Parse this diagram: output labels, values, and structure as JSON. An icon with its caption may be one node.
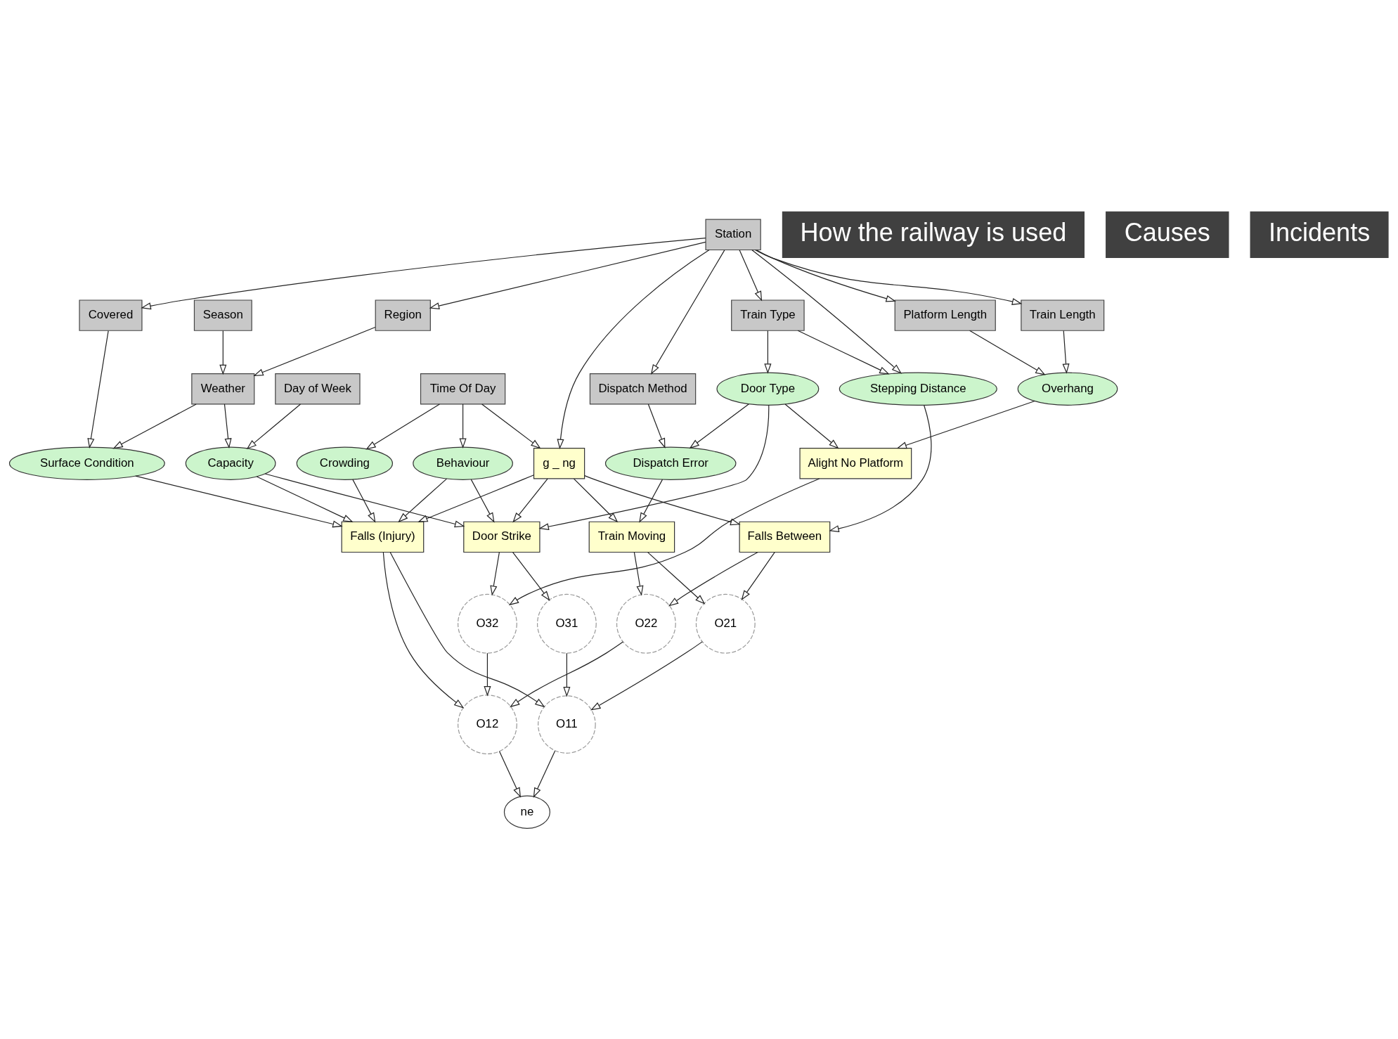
{
  "diagram": {
    "nodes": [
      {
        "text": [
          "Time Of Day"
        ]
      },
      {
        "text": [
          "Season"
        ]
      },
      {
        "text": [
          "Station"
        ]
      },
      {
        "text": [
          "Day of Week"
        ]
      },
      {
        "text": [
          "Region"
        ]
      },
      {
        "text": [
          "Covered"
        ]
      },
      {
        "text": [
          "Weather"
        ]
      },
      {
        "text": [
          "Train Type"
        ]
      },
      {
        "text": [
          "Dispatch Method"
        ]
      },
      {
        "text": [
          "Train Length"
        ]
      },
      {
        "text": [
          "Platform Length"
        ]
      },
      {
        "text": [
          "Behaviour"
        ]
      },
      {
        "text": [
          "Capacity"
        ]
      },
      {
        "text": [
          "Dispatch Error"
        ]
      },
      {
        "text": [
          "Door Type"
        ]
      },
      {
        "text": [
          "g _ ng"
        ]
      },
      {
        "text": [
          "Crowding"
        ]
      },
      {
        "text": [
          "Surface Condition"
        ]
      },
      {
        "text": [
          "Stepping Distance"
        ]
      },
      {
        "text": [
          "Overhang"
        ]
      },
      {
        "text": [
          "Falls (Injury)"
        ]
      },
      {
        "text": [
          "Falls Between"
        ]
      },
      {
        "text": [
          "Train Moving"
        ]
      },
      {
        "text": [
          "Door Strike"
        ]
      },
      {
        "text": [
          "Alight No Platform"
        ]
      },
      {
        "text": [
          "O11"
        ]
      },
      {
        "text": [
          "O21"
        ]
      },
      {
        "text": [
          "ne"
        ]
      },
      {
        "text": [
          "O31"
        ]
      },
      {
        "text": [
          "O22"
        ]
      },
      {
        "text": [
          "O12"
        ]
      },
      {
        "text": [
          "O32"
        ]
      }
    ],
    "edges": [
      {
        "from": 0,
        "to": 15,
        "arrow": "to"
      },
      {
        "from": 0,
        "to": 16,
        "arrow": "to"
      },
      {
        "from": 0,
        "to": 11,
        "arrow": "to"
      },
      {
        "from": 1,
        "to": 6,
        "arrow": "to"
      },
      {
        "from": 2,
        "to": 4,
        "arrow": "to"
      },
      {
        "from": 2,
        "to": 15,
        "arrow": "to"
      },
      {
        "from": 2,
        "to": 5,
        "arrow": "to"
      },
      {
        "from": 2,
        "to": 18,
        "arrow": "to"
      },
      {
        "from": 2,
        "to": 7,
        "arrow": "to"
      },
      {
        "from": 2,
        "to": 8,
        "arrow": "to"
      },
      {
        "from": 2,
        "to": 9,
        "arrow": "to"
      },
      {
        "from": 2,
        "to": 10,
        "arrow": "to"
      },
      {
        "from": 3,
        "to": 12,
        "arrow": "to"
      },
      {
        "from": 4,
        "to": 6,
        "arrow": "to"
      },
      {
        "from": 6,
        "to": 17,
        "arrow": "to"
      },
      {
        "from": 6,
        "to": 12,
        "arrow": "to"
      },
      {
        "from": 5,
        "to": 17,
        "arrow": "to"
      },
      {
        "from": 7,
        "to": 18,
        "arrow": "to"
      },
      {
        "from": 7,
        "to": 14,
        "arrow": "to"
      },
      {
        "from": 8,
        "to": 13,
        "arrow": "to"
      },
      {
        "from": 9,
        "to": 19,
        "arrow": "to"
      },
      {
        "from": 10,
        "to": 19,
        "arrow": "to"
      },
      {
        "from": 14,
        "to": 13,
        "arrow": "to"
      },
      {
        "from": 14,
        "to": 23,
        "arrow": "to"
      },
      {
        "from": 14,
        "to": 24,
        "arrow": "to"
      },
      {
        "from": 11,
        "to": 20,
        "arrow": "to"
      },
      {
        "from": 11,
        "to": 23,
        "arrow": "to"
      },
      {
        "from": 12,
        "to": 20,
        "arrow": "to"
      },
      {
        "from": 12,
        "to": 23,
        "arrow": "to"
      },
      {
        "from": 13,
        "to": 22,
        "arrow": "to"
      },
      {
        "from": 19,
        "to": 24,
        "arrow": "to"
      },
      {
        "from": 15,
        "to": 20,
        "arrow": "to"
      },
      {
        "from": 15,
        "to": 21,
        "arrow": "to"
      },
      {
        "from": 15,
        "to": 22,
        "arrow": "to"
      },
      {
        "from": 15,
        "to": 23,
        "arrow": "to"
      },
      {
        "from": 16,
        "to": 20,
        "arrow": "to"
      },
      {
        "from": 17,
        "to": 20,
        "arrow": "to"
      },
      {
        "from": 18,
        "to": 21,
        "arrow": "to"
      },
      {
        "from": 20,
        "to": 25,
        "arrow": "to"
      },
      {
        "from": 20,
        "to": 30,
        "arrow": "to"
      },
      {
        "from": 21,
        "to": 26,
        "arrow": "to"
      },
      {
        "from": 21,
        "to": 29,
        "arrow": "to"
      },
      {
        "from": 22,
        "to": 26,
        "arrow": "to"
      },
      {
        "from": 22,
        "to": 29,
        "arrow": "to"
      },
      {
        "from": 23,
        "to": 28,
        "arrow": "to"
      },
      {
        "from": 23,
        "to": 31,
        "arrow": "to"
      },
      {
        "from": 24,
        "to": 31,
        "arrow": "to"
      },
      {
        "from": 26,
        "to": 25,
        "arrow": "to"
      },
      {
        "from": 28,
        "to": 25,
        "arrow": "to"
      },
      {
        "from": 25,
        "to": 27,
        "arrow": "to"
      },
      {
        "from": 30,
        "to": 27,
        "arrow": "to"
      },
      {
        "from": 29,
        "to": 30,
        "arrow": "to"
      },
      {
        "from": 31,
        "to": 30,
        "arrow": "to"
      }
    ],
    "labels": [
      "How the railway is used",
      "Causes",
      "Incidents"
    ]
  }
}
